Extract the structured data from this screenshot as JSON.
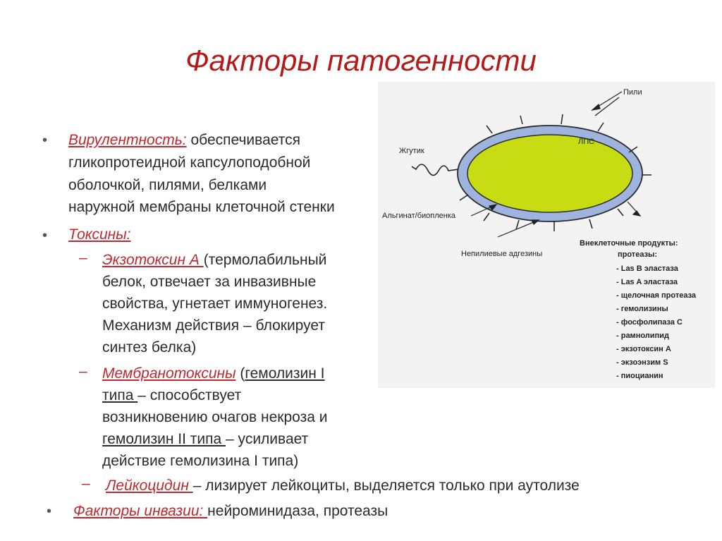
{
  "title": "Факторы патогенности",
  "bullets": {
    "virulence": {
      "term": "Вирулентность:",
      "lines": [
        "обеспечивается",
        "гликопротеидной капсулоподобной",
        "оболочкой, пилями, белками",
        "наружной мембраны клеточной стенки"
      ]
    },
    "toxins": {
      "term": "Токсины:",
      "exotoxin": {
        "term": "Экзотоксин А ",
        "lines": [
          "(термолабильный",
          "белок, отвечает за инвазивные",
          "свойства, угнетает иммуногенез.",
          "Механизм действия – блокирует",
          "синтез белка)"
        ]
      },
      "membrane": {
        "term": "Мембранотоксины",
        "l1a": " (",
        "l1b": "гемолизин I",
        "l2a": "типа ",
        "l2b": "– способствует",
        "l3": "возникновению очагов некроза и",
        "l4a": "гемолизин II типа ",
        "l4b": "– усиливает",
        "l5": "действие гемолизина I типа)"
      },
      "leukocidin": {
        "term": "Лейкоцидин ",
        "rest": "– лизирует лейкоциты, выделяется только при аутолизе"
      }
    },
    "invasion": {
      "term": "Факторы инвазии: ",
      "rest": "нейроминидаза, протеазы"
    }
  },
  "figure": {
    "pili": "Пили",
    "lps": "ЛПС",
    "flagellum": "Жгутик",
    "alginate": "Альгинат/биопленка",
    "adhesins": "Непилиевые адгезины",
    "products_title_1": "Внеклеточные продукты:",
    "products_title_2": "протеазы:",
    "products": [
      "- Las B эластаза",
      "- Las A эластаза",
      "- щелочная протеаза",
      "- гемолизины",
      "- фосфолипаза С",
      "- рамнолипид",
      "- экзотоксин А",
      "- экзоэнзим S",
      "- пиоцианин"
    ]
  },
  "colors": {
    "title": "#b31b1b",
    "term": "#c0282d",
    "cell_fill": "#c8dc14",
    "capsule": "#9fb3df"
  }
}
